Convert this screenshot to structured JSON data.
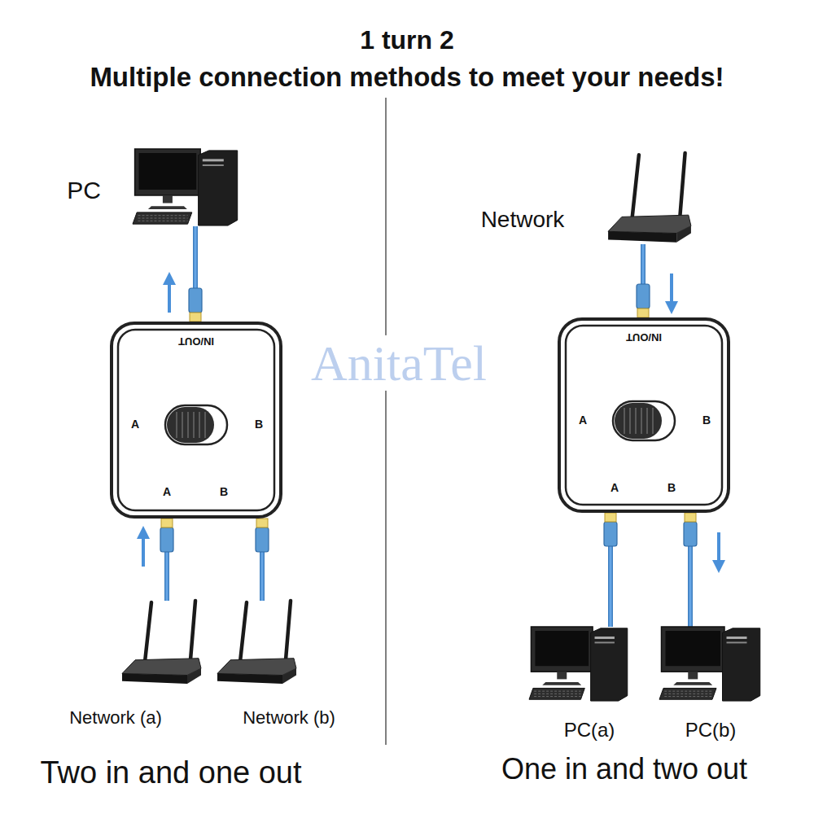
{
  "diagram": {
    "title": "1 turn 2",
    "nodes": [
      {
        "text": [
          "PC"
        ]
      },
      {
        "text": [
          "Network"
        ]
      },
      {
        "text": [
          "IN/OUT",
          "A",
          "B",
          "A",
          "B"
        ]
      },
      {
        "text": [
          "IN/OUT",
          "A",
          "B",
          "A",
          "B"
        ]
      },
      {
        "text": [
          "Network (a)"
        ]
      },
      {
        "text": [
          "Network (b)"
        ]
      },
      {
        "text": [
          "PC(a)"
        ]
      },
      {
        "text": [
          "PC(b)"
        ]
      }
    ],
    "edges": [
      {
        "from": 2,
        "to": 0,
        "arrow": "to"
      },
      {
        "from": 4,
        "to": 2,
        "arrow": "to"
      },
      {
        "from": 5,
        "to": 2,
        "arrow": "none"
      },
      {
        "from": 1,
        "to": 3,
        "arrow": "to"
      },
      {
        "from": 3,
        "to": 6,
        "arrow": "none"
      },
      {
        "from": 3,
        "to": 7,
        "arrow": "to"
      }
    ],
    "labels": [
      "Multiple connection methods to meet your needs!",
      "AnitaTel",
      "Two in and one out",
      "One in and two out"
    ]
  }
}
